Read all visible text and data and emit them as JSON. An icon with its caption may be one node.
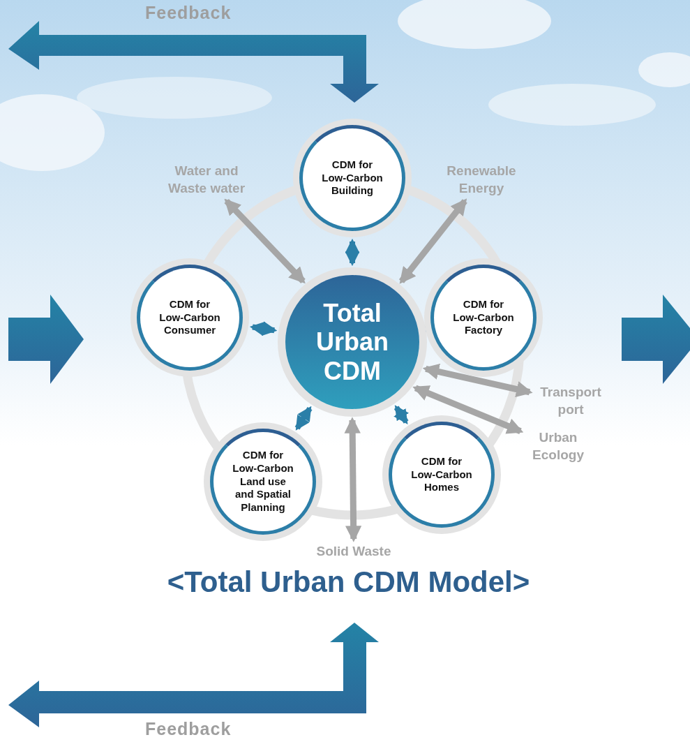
{
  "diagram": {
    "caption": "<Total Urban CDM Model>",
    "nodes": [
      {
        "text": [
          "Total Urban CDM"
        ]
      },
      {
        "text": [
          "CDM for Low-Carbon Building"
        ]
      },
      {
        "text": [
          "CDM for Low-Carbon Consumer"
        ]
      },
      {
        "text": [
          "CDM for Low-Carbon Factory"
        ]
      },
      {
        "text": [
          "CDM for Low-Carbon Land use and Spatial Planning"
        ]
      },
      {
        "text": [
          "CDM for Low-Carbon Homes"
        ]
      },
      {
        "text": [
          "Water and Waste water"
        ]
      },
      {
        "text": [
          "Renewable Energy"
        ]
      },
      {
        "text": [
          "Transport port"
        ]
      },
      {
        "text": [
          "Urban Ecology"
        ]
      },
      {
        "text": [
          "Solid Waste"
        ]
      }
    ],
    "edges": [
      {
        "from": 0,
        "to": 1,
        "arrow": "both"
      },
      {
        "from": 0,
        "to": 2,
        "arrow": "both"
      },
      {
        "from": 0,
        "to": 3,
        "arrow": "both"
      },
      {
        "from": 0,
        "to": 4,
        "arrow": "both"
      },
      {
        "from": 0,
        "to": 5,
        "arrow": "both"
      },
      {
        "from": 0,
        "to": 6,
        "arrow": "both",
        "color": "#a6a6a6"
      },
      {
        "from": 0,
        "to": 7,
        "arrow": "both",
        "color": "#a6a6a6"
      },
      {
        "from": 0,
        "to": 8,
        "arrow": "both",
        "color": "#a6a6a6"
      },
      {
        "from": 0,
        "to": 9,
        "arrow": "both",
        "color": "#a6a6a6"
      },
      {
        "from": 0,
        "to": 10,
        "arrow": "both",
        "color": "#a6a6a6"
      }
    ],
    "labels": [
      "Feedback",
      "Feedback"
    ]
  }
}
